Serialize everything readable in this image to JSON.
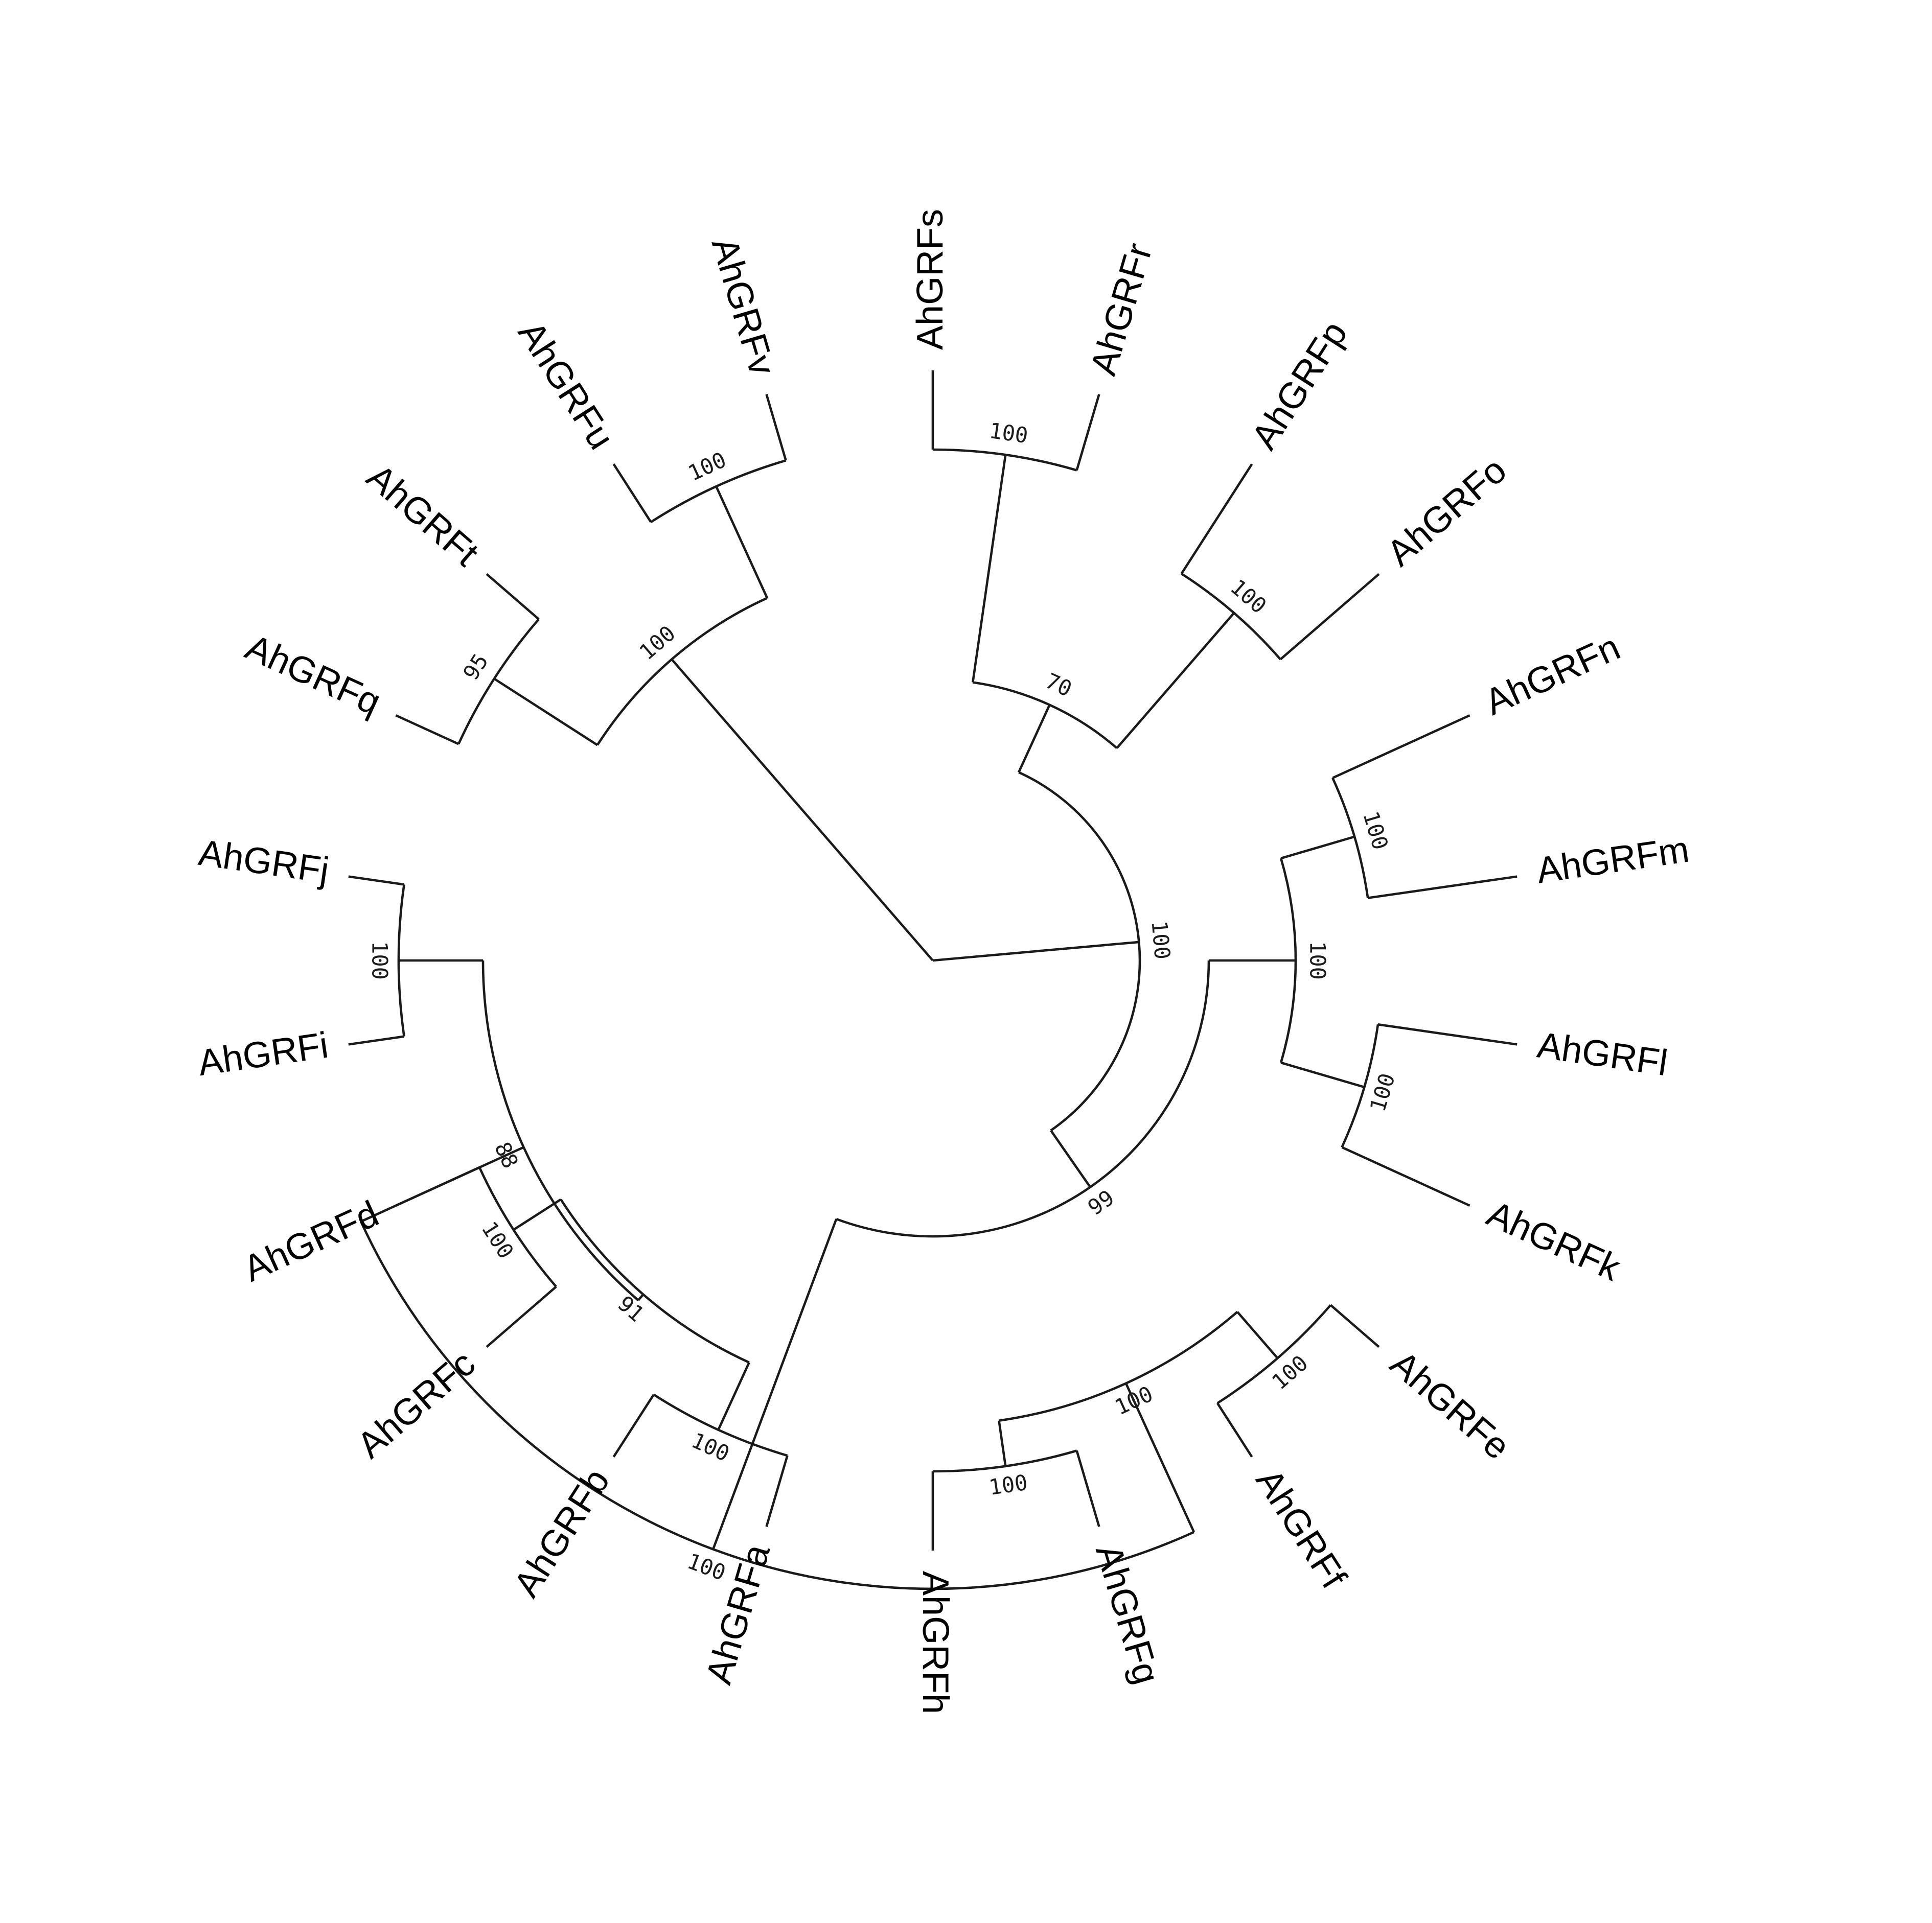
{
  "tree": {
    "layout": "circular",
    "style": {
      "line_color": "#1a1a1a",
      "label_color": "#000000",
      "background": "#ffffff"
    },
    "root": {
      "children": [
        {
          "id": "nAll",
          "support": "100",
          "children": [
            {
              "id": "nAB",
              "support": "70",
              "children": [
                {
                  "id": "nSR",
                  "support": "100",
                  "children": [
                    {
                      "leaf": "AhGRFs"
                    },
                    {
                      "leaf": "AhGRFr"
                    }
                  ]
                },
                {
                  "id": "nPO",
                  "support": "100",
                  "children": [
                    {
                      "leaf": "AhGRFp"
                    },
                    {
                      "leaf": "AhGRFo"
                    }
                  ]
                }
              ]
            },
            {
              "id": "nR",
              "support": "99",
              "children": [
                {
                  "id": "nLow",
                  "support": "100",
                  "children": [
                    {
                      "id": "nNM",
                      "support": "100",
                      "children": [
                        {
                          "leaf": "AhGRFn"
                        },
                        {
                          "leaf": "AhGRFm"
                        }
                      ]
                    },
                    {
                      "id": "nLK",
                      "support": "100",
                      "children": [
                        {
                          "leaf": "AhGRFl"
                        },
                        {
                          "leaf": "AhGRFk"
                        }
                      ]
                    }
                  ]
                },
                {
                  "id": "nRight",
                  "support": "100",
                  "children": [
                    {
                      "id": "nEH",
                      "support": "100",
                      "children": [
                        {
                          "id": "nEF",
                          "support": "100",
                          "children": [
                            {
                              "leaf": "AhGRFe"
                            },
                            {
                              "leaf": "AhGRFf"
                            }
                          ]
                        },
                        {
                          "id": "nGH",
                          "support": "100",
                          "children": [
                            {
                              "leaf": "AhGRFg"
                            },
                            {
                              "leaf": "AhGRFh"
                            }
                          ]
                        }
                      ]
                    },
                    {
                      "id": "nTop",
                      "support": "88",
                      "children": [
                        {
                          "id": "n91",
                          "support": "91",
                          "children": [
                            {
                              "id": "nAb",
                              "support": "100",
                              "children": [
                                {
                                  "leaf": "AhGRFa"
                                },
                                {
                                  "leaf": "AhGRFb"
                                }
                              ]
                            },
                            {
                              "id": "nCD",
                              "support": "100",
                              "children": [
                                {
                                  "leaf": "AhGRFc"
                                },
                                {
                                  "leaf": "AhGRFd"
                                }
                              ]
                            }
                          ]
                        },
                        {
                          "id": "nIJ",
                          "support": "100",
                          "children": [
                            {
                              "leaf": "AhGRFi"
                            },
                            {
                              "leaf": "AhGRFj"
                            }
                          ]
                        }
                      ]
                    }
                  ]
                }
              ]
            }
          ]
        },
        {
          "id": "nUL",
          "support": "100",
          "children": [
            {
              "id": "nQT",
              "support": "95",
              "children": [
                {
                  "leaf": "AhGRFq"
                },
                {
                  "leaf": "AhGRFt"
                }
              ]
            },
            {
              "id": "nUV",
              "support": "100",
              "children": [
                {
                  "leaf": "AhGRFu"
                },
                {
                  "leaf": "AhGRFv"
                }
              ]
            }
          ]
        }
      ]
    }
  }
}
